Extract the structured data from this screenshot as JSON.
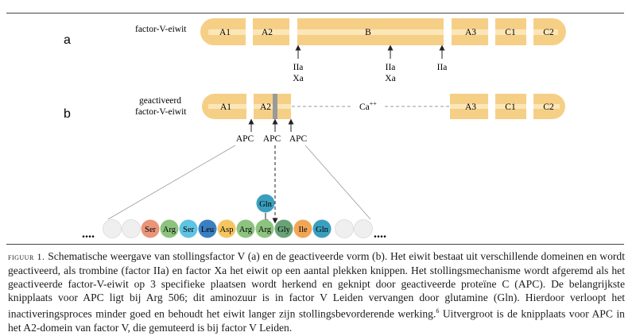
{
  "panel_a": {
    "label": "a",
    "name": "factor-V-eiwit",
    "domains": [
      "A1",
      "A2",
      "B",
      "A3",
      "C1",
      "C2"
    ],
    "cleavage_labels": [
      {
        "lines": [
          "IIa",
          "Xa"
        ]
      },
      {
        "lines": [
          "IIa",
          "Xa"
        ]
      },
      {
        "lines": [
          "IIa"
        ]
      }
    ]
  },
  "panel_b": {
    "label": "b",
    "name_line1": "geactiveerd",
    "name_line2": "factor-V-eiwit",
    "domains": [
      "A1",
      "A2",
      "A3",
      "C1",
      "C2"
    ],
    "ion_label": "Ca",
    "ion_charge": "++",
    "apc_labels": [
      "APC",
      "APC",
      "APC"
    ]
  },
  "sequence": {
    "substitution": "Gln",
    "ellipsis": "....",
    "residues": [
      "Ser",
      "Arg",
      "Ser",
      "Leu",
      "Asp",
      "Arg",
      "Arg",
      "Gly",
      "Ile",
      "Gln"
    ]
  },
  "colors": {
    "domain_fill": "#f6cf86",
    "domain_stripe": "#fbe6b8",
    "Ser": "#e9957a",
    "Arg": "#8cc47f",
    "Ser2": "#5fc3e2",
    "Leu": "#3a7fc1",
    "Asp": "#f5c561",
    "Gly": "#6aa277",
    "Ile": "#f1a657",
    "Gln": "#3a9fbf"
  },
  "caption": {
    "figure_label": "figuur 1.",
    "text_part1": "Schematische weergave van stollingsfactor V (a) en de geactiveerde vorm (b). Het eiwit bestaat uit verschillende domeinen en wordt geactiveerd, als trombine (factor IIa) en factor Xa het eiwit op een aantal plekken knippen. Het stollingsmechanisme wordt afgeremd als het geactiveerde factor-V-eiwit op 3 specifieke plaatsen wordt herkend en geknipt door geactiveerde proteïne C (APC). De belangrijkste knipplaats voor APC ligt bij Arg 506; dit aminozuur is in factor V Leiden vervangen door glutamine (Gln). Hierdoor verloopt het inactiveringsproces minder goed en behoudt het eiwit langer zijn stollingsbevorderende werking.",
    "footnote": "6",
    "text_part2": " Uitvergroot is de knipplaats voor APC in het A2-domein van factor V, die gemuteerd is bij factor V Leiden."
  }
}
